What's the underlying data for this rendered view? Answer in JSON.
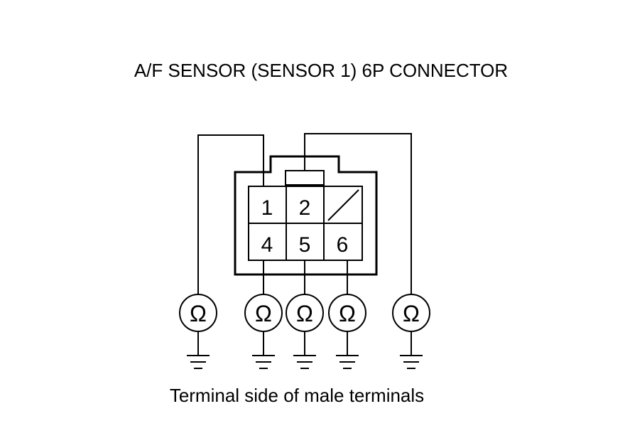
{
  "title": "A/F SENSOR (SENSOR 1) 6P CONNECTOR",
  "caption": "Terminal side of male terminals",
  "connector": {
    "pins": [
      {
        "label": "1"
      },
      {
        "label": "2"
      },
      {
        "label": "",
        "unused": true
      },
      {
        "label": "4"
      },
      {
        "label": "5"
      },
      {
        "label": "6"
      }
    ]
  },
  "ohmmeters": [
    {
      "symbol": "Ω",
      "pin": "1"
    },
    {
      "symbol": "Ω",
      "pin": "4"
    },
    {
      "symbol": "Ω",
      "pin": "5"
    },
    {
      "symbol": "Ω",
      "pin": "6"
    },
    {
      "symbol": "Ω",
      "pin": "2"
    }
  ],
  "icons": {
    "ohmmeter": "ohmmeter-icon",
    "ground": "ground-icon",
    "unused-cavity": "unused-cavity-icon"
  },
  "colors": {
    "line": "#000000",
    "background": "#ffffff"
  }
}
